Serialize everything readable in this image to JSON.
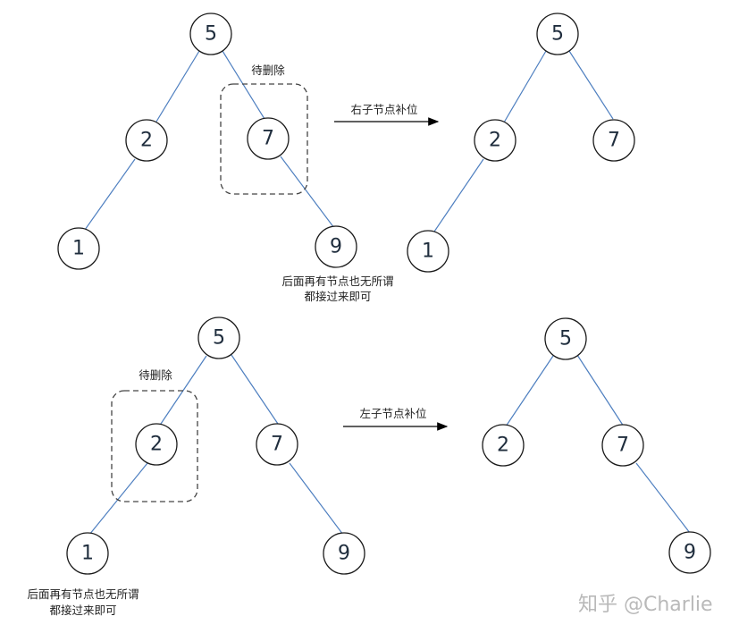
{
  "diagrams": [
    {
      "deleted_label": "待删除",
      "action_label": "右子节点补位",
      "note_lines": [
        "后面再有节点也无所谓",
        "都接过来即可"
      ],
      "before_nodes": [
        "5",
        "2",
        "7",
        "1",
        "9"
      ],
      "after_nodes": [
        "5",
        "2",
        "7",
        "1"
      ]
    },
    {
      "deleted_label": "待删除",
      "action_label": "左子节点补位",
      "note_lines": [
        "后面再有节点也无所谓",
        "都接过来即可"
      ],
      "before_nodes": [
        "5",
        "2",
        "7",
        "1",
        "9"
      ],
      "after_nodes": [
        "5",
        "2",
        "7",
        "9"
      ]
    }
  ],
  "watermark": "知乎 @Charlie",
  "colors": {
    "edge": "#4e7fc0",
    "node_stroke": "#1a1a1a",
    "text": "#1f2d3d"
  }
}
